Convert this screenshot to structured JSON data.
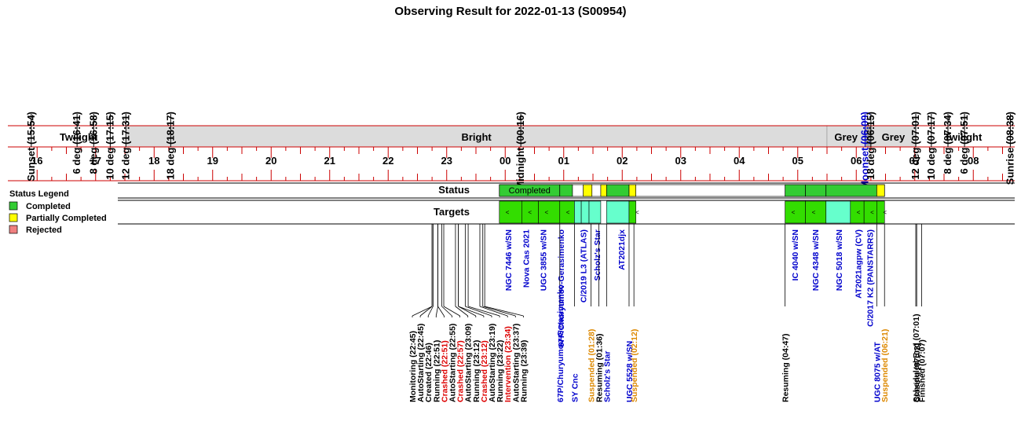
{
  "title": "Observing Result for 2022-01-13 (S00954)",
  "timeline": {
    "hour_labels": [
      "16",
      "17",
      "18",
      "19",
      "20",
      "21",
      "22",
      "23",
      "00",
      "01",
      "02",
      "03",
      "04",
      "05",
      "06",
      "07",
      "08"
    ],
    "sky_markers": [
      {
        "label": "Sunset (15:54)",
        "t": 15.9,
        "color": "#000000"
      },
      {
        "label": "6 deg (16:41)",
        "t": 16.683,
        "color": "#000000"
      },
      {
        "label": "8 deg (16:58)",
        "t": 16.967,
        "color": "#000000"
      },
      {
        "label": "10 deg (17:15)",
        "t": 17.25,
        "color": "#000000"
      },
      {
        "label": "12 deg (17:31)",
        "t": 17.517,
        "color": "#000000"
      },
      {
        "label": "18 deg (18:17)",
        "t": 18.283,
        "color": "#000000"
      },
      {
        "label": "Midnight (00:16)",
        "t": 24.267,
        "color": "#000000"
      },
      {
        "label": "Moonset (06:09)",
        "t": 30.15,
        "color": "#0000cc"
      },
      {
        "label": "18 deg (06:15)",
        "t": 30.25,
        "color": "#000000"
      },
      {
        "label": "12 deg (07:01)",
        "t": 31.017,
        "color": "#000000"
      },
      {
        "label": "10 deg (07:17)",
        "t": 31.283,
        "color": "#000000"
      },
      {
        "label": "8 deg (07:34)",
        "t": 31.567,
        "color": "#000000"
      },
      {
        "label": "6 deg (07:51)",
        "t": 31.85,
        "color": "#000000"
      },
      {
        "label": "Sunrise (08:38)",
        "t": 32.633,
        "color": "#000000"
      }
    ],
    "bands": [
      {
        "label": "Twilight",
        "start": 15.9,
        "end": 17.517,
        "fill": "#ffffff"
      },
      {
        "label": "Bright",
        "start": 17.517,
        "end": 29.5,
        "fill": "#dcdcdc"
      },
      {
        "label": "Grey",
        "start": 29.5,
        "end": 30.15,
        "fill": "#dcdcdc"
      },
      {
        "label": "",
        "start": 30.15,
        "end": 30.25,
        "fill": "#a9a9a9"
      },
      {
        "label": "Grey",
        "start": 30.25,
        "end": 31.017,
        "fill": "#dcdcdc"
      },
      {
        "label": "Twilight",
        "start": 31.017,
        "end": 32.633,
        "fill": "#ffffff"
      }
    ]
  },
  "legend": {
    "title": "Status Legend",
    "items": [
      {
        "label": "Completed",
        "color": "#33cc33"
      },
      {
        "label": "Partially Completed",
        "color": "#ffff00"
      },
      {
        "label": "Rejected",
        "color": "#f08080"
      }
    ]
  },
  "rows": {
    "status_label": "Status",
    "targets_label": "Targets"
  },
  "status_bar": [
    {
      "start": 23.9,
      "end": 24.933,
      "color": "#33cc33",
      "label": "Completed"
    },
    {
      "start": 24.933,
      "end": 25.15,
      "color": "#33cc33",
      "label": ""
    },
    {
      "start": 25.333,
      "end": 25.483,
      "color": "#ffff00",
      "label": ""
    },
    {
      "start": 25.633,
      "end": 25.733,
      "color": "#ffff00",
      "label": ""
    },
    {
      "start": 25.733,
      "end": 26.117,
      "color": "#33cc33",
      "label": ""
    },
    {
      "start": 26.117,
      "end": 26.233,
      "color": "#ffff00",
      "label": ""
    },
    {
      "start": 28.783,
      "end": 29.133,
      "color": "#33cc33",
      "label": ""
    },
    {
      "start": 29.133,
      "end": 29.483,
      "color": "#33cc33",
      "label": ""
    },
    {
      "start": 29.483,
      "end": 30.35,
      "color": "#33cc33",
      "label": ""
    },
    {
      "start": 30.35,
      "end": 30.483,
      "color": "#ffff00",
      "label": ""
    }
  ],
  "targets": [
    {
      "name": "NGC 7446 w/SN",
      "start": 23.9,
      "end": 24.283,
      "color": "#33dd00",
      "marker": true
    },
    {
      "name": "Nova Cas 2021",
      "start": 24.283,
      "end": 24.567,
      "color": "#33dd00",
      "marker": true
    },
    {
      "name": "UGC 3855 w/SN",
      "start": 24.567,
      "end": 24.933,
      "color": "#33dd00",
      "marker": true
    },
    {
      "name": "67P/Churyumov-Gerasimenko",
      "start": 24.933,
      "end": 25.183,
      "color": "#33dd00",
      "marker": true
    },
    {
      "name": "SY Cnc",
      "start": 25.183,
      "end": 25.3,
      "color": "#66ffcc",
      "marker": false
    },
    {
      "name": "C/2019 L3 (ATLAS)",
      "start": 25.3,
      "end": 25.433,
      "color": "#66ffcc",
      "marker": false
    },
    {
      "name": "Scholz's Star",
      "start": 25.433,
      "end": 25.633,
      "color": "#66ffcc",
      "marker": false
    },
    {
      "name": "AT2021djx",
      "start": 25.733,
      "end": 26.117,
      "color": "#66ffcc",
      "marker": false
    },
    {
      "name": "UGC 5528 w/SN",
      "start": 26.117,
      "end": 26.233,
      "color": "#33dd00",
      "marker": true
    },
    {
      "name": "IC 4040 w/SN",
      "start": 28.783,
      "end": 29.133,
      "color": "#33dd00",
      "marker": true
    },
    {
      "name": "NGC 4348 w/SN",
      "start": 29.133,
      "end": 29.483,
      "color": "#33dd00",
      "marker": true
    },
    {
      "name": "NGC 5018 w/SN",
      "start": 29.483,
      "end": 29.9,
      "color": "#66ffcc",
      "marker": false
    },
    {
      "name": "AT2021agpw (CV)",
      "start": 29.9,
      "end": 30.133,
      "color": "#33dd00",
      "marker": true
    },
    {
      "name": "C/2017 K2 (PANSTARRS)",
      "start": 30.133,
      "end": 30.35,
      "color": "#33dd00",
      "marker": true
    },
    {
      "name": "UGC 8075 w/AT",
      "start": 30.35,
      "end": 30.483,
      "color": "#33dd00",
      "marker": true
    }
  ],
  "target_labels": [
    {
      "text": "NGC 7446 w/SN",
      "t": 24.05
    },
    {
      "text": "Nova Cas 2021",
      "t": 24.35
    },
    {
      "text": "UGC 3855 w/SN",
      "t": 24.65
    },
    {
      "text": "67P/Churyumov-Gerasimenko",
      "t": 24.95
    },
    {
      "text": "C/2019 L3 (ATLAS)",
      "t": 25.333
    },
    {
      "text": "Scholz's Star",
      "t": 25.567
    },
    {
      "text": "AT2021djx",
      "t": 25.983
    },
    {
      "text": "IC 4040 w/SN",
      "t": 28.95
    },
    {
      "text": "NGC 4348 w/SN",
      "t": 29.3
    },
    {
      "text": "NGC 5018 w/SN",
      "t": 29.7
    },
    {
      "text": "AT2021agpw (CV)",
      "t": 30.033
    },
    {
      "text": "C/2017 K2 (PANSTARRS)",
      "t": 30.233
    }
  ],
  "events": [
    {
      "text": "Monitoring (22:45)",
      "t": 22.75,
      "color": "#000000"
    },
    {
      "text": "AutoStarting (22:45)",
      "t": 22.75,
      "color": "#000000"
    },
    {
      "text": "Created (22:46)",
      "t": 22.767,
      "color": "#000000"
    },
    {
      "text": "Running (22:51)",
      "t": 22.85,
      "color": "#000000"
    },
    {
      "text": "Crashed (22:51)",
      "t": 22.85,
      "color": "#dd0000"
    },
    {
      "text": "AutoStarting (22:55)",
      "t": 22.917,
      "color": "#000000"
    },
    {
      "text": "Crashed (22:57)",
      "t": 22.95,
      "color": "#dd0000"
    },
    {
      "text": "AutoStarting (23:09)",
      "t": 23.15,
      "color": "#000000"
    },
    {
      "text": "Running (23:12)",
      "t": 23.2,
      "color": "#000000"
    },
    {
      "text": "Crashed (23:12)",
      "t": 23.2,
      "color": "#dd0000"
    },
    {
      "text": "AutoStarting (23:19)",
      "t": 23.317,
      "color": "#000000"
    },
    {
      "text": "Running (23:22)",
      "t": 23.367,
      "color": "#000000"
    },
    {
      "text": "Intervention (23:34)",
      "t": 23.567,
      "color": "#dd0000"
    },
    {
      "text": "AutoStarting (23:37)",
      "t": 23.617,
      "color": "#000000"
    },
    {
      "text": "Running (23:39)",
      "t": 23.65,
      "color": "#000000"
    },
    {
      "text": "67P/Churyumov-Gerasimenko",
      "t": 24.933,
      "color": "#0000cc"
    },
    {
      "text": "SY Cnc",
      "t": 25.183,
      "color": "#0000cc"
    },
    {
      "text": "Suspended (01:28)",
      "t": 25.467,
      "color": "#dd8800"
    },
    {
      "text": "Resuming (01:36)",
      "t": 25.6,
      "color": "#000000"
    },
    {
      "text": "Scholz's Star",
      "t": 25.733,
      "color": "#0000cc"
    },
    {
      "text": "UGC 5528 w/SN",
      "t": 26.117,
      "color": "#0000cc"
    },
    {
      "text": "Suspended (02:12)",
      "t": 26.2,
      "color": "#dd8800"
    },
    {
      "text": "Resuming (04:47)",
      "t": 28.783,
      "color": "#000000"
    },
    {
      "text": "UGC 8075 w/AT",
      "t": 30.35,
      "color": "#0000cc"
    },
    {
      "text": "Suspended (06:21)",
      "t": 30.483,
      "color": "#dd8800"
    },
    {
      "text": "Scheduled End (07:01)",
      "t": 31.017,
      "color": "#000000"
    },
    {
      "text": "Closing (07:02)",
      "t": 31.033,
      "color": "#000000"
    },
    {
      "text": "Finished (07:07)",
      "t": 31.117,
      "color": "#000000"
    }
  ]
}
